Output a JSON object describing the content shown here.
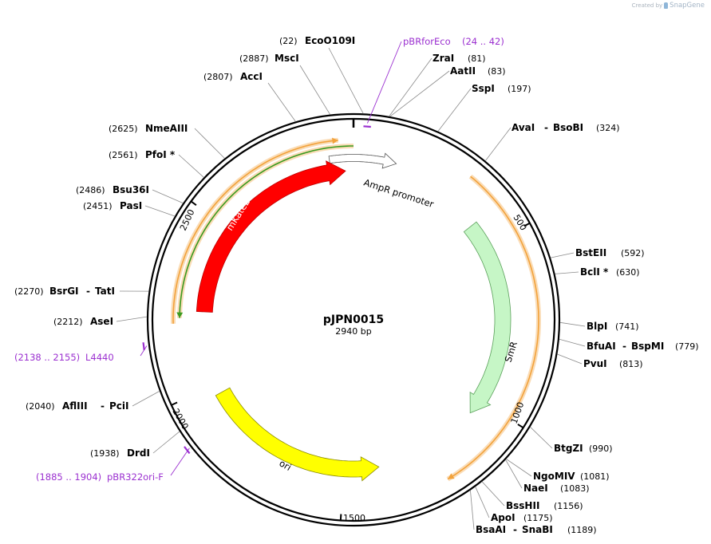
{
  "watermark": {
    "created_by": "Created by",
    "brand": "SnapGene"
  },
  "plasmid": {
    "name": "pJPN0015",
    "length_label": "2940 bp",
    "length": 2940
  },
  "ticks": [
    {
      "pos": 500,
      "label": "500"
    },
    {
      "pos": 1000,
      "label": "1000"
    },
    {
      "pos": 1500,
      "label": "1500"
    },
    {
      "pos": 2000,
      "label": "2000"
    },
    {
      "pos": 2500,
      "label": "2500"
    }
  ],
  "features": [
    {
      "name": "AmpR promoter",
      "start": 2870,
      "end": 125,
      "direction": "cw",
      "type": "promoter",
      "color": "#ffffff"
    },
    {
      "name": "SmR",
      "start": 420,
      "end": 1050,
      "direction": "cw",
      "color": "#c6f6c6"
    },
    {
      "name": "ori",
      "start": 1390,
      "end": 1970,
      "direction": "ccw",
      "color": "#ffff00"
    },
    {
      "name": "mKate2",
      "start": 2230,
      "end": 2915,
      "direction": "cw",
      "color": "#ff0000"
    }
  ],
  "orf_arrows": [
    {
      "start": 2195,
      "end": 2900,
      "direction": "cw",
      "color": "#f2a23b"
    },
    {
      "start": 2210,
      "end": 2940,
      "direction": "ccw",
      "color": "#3a9a1f"
    },
    {
      "start": 320,
      "end": 1220,
      "direction": "cw",
      "color": "#f2a23b"
    }
  ],
  "sites": [
    {
      "name": "EcoO109I",
      "pos_label": "(22)",
      "pos": 22
    },
    {
      "name": "MscI",
      "pos_label": "(2887)",
      "pos": 2887
    },
    {
      "name": "AccI",
      "pos_label": "(2807)",
      "pos": 2807
    },
    {
      "name": "ZraI",
      "pos_label": "(81)",
      "pos": 81
    },
    {
      "name": "AatII",
      "pos_label": "(83)",
      "pos": 83
    },
    {
      "name": "SspI",
      "pos_label": "(197)",
      "pos": 197
    },
    {
      "name": "AvaI",
      "name2": "BsoBI",
      "pos_label": "(324)",
      "pos": 324
    },
    {
      "name": "NmeAIII",
      "pos_label": "(2625)",
      "pos": 2625
    },
    {
      "name": "PfoI *",
      "pos_label": "(2561)",
      "pos": 2561
    },
    {
      "name": "Bsu36I",
      "pos_label": "(2486)",
      "pos": 2486
    },
    {
      "name": "PasI",
      "pos_label": "(2451)",
      "pos": 2451
    },
    {
      "name": "BstEII",
      "pos_label": "(592)",
      "pos": 592
    },
    {
      "name": "BclI *",
      "pos_label": "(630)",
      "pos": 630
    },
    {
      "name": "BsrGI",
      "name2": "TatI",
      "pos_label": "(2270)",
      "pos": 2270
    },
    {
      "name": "AseI",
      "pos_label": "(2212)",
      "pos": 2212
    },
    {
      "name": "BlpI",
      "pos_label": "(741)",
      "pos": 741
    },
    {
      "name": "BfuAI",
      "name2": "BspMI",
      "pos_label": "(779)",
      "pos": 779
    },
    {
      "name": "PvuI",
      "pos_label": "(813)",
      "pos": 813
    },
    {
      "name": "AflIII",
      "name2": "PciI",
      "pos_label": "(2040)",
      "pos": 2040
    },
    {
      "name": "BtgZI",
      "pos_label": "(990)",
      "pos": 990
    },
    {
      "name": "DrdI",
      "pos_label": "(1938)",
      "pos": 1938
    },
    {
      "name": "NgoMIV",
      "pos_label": "(1081)",
      "pos": 1081
    },
    {
      "name": "NaeI",
      "pos_label": "(1083)",
      "pos": 1083
    },
    {
      "name": "BssHII",
      "pos_label": "(1156)",
      "pos": 1156
    },
    {
      "name": "ApoI",
      "pos_label": "(1175)",
      "pos": 1175
    },
    {
      "name": "BsaAI",
      "name2": "SnaBI",
      "pos_label": "(1189)",
      "pos": 1189
    }
  ],
  "primers": [
    {
      "name": "pBRforEco",
      "range": "(24 .. 42)",
      "start": 24,
      "end": 42
    },
    {
      "name": "L4440",
      "range": "(2138 .. 2155)",
      "start": 2138,
      "end": 2155
    },
    {
      "name": "pBR322ori-F",
      "range": "(1885 .. 1904)",
      "start": 1885,
      "end": 1904
    }
  ],
  "colors": {
    "backbone": "#000000",
    "primer": "#9b30d0",
    "orf_glow": "#f5c07a"
  }
}
